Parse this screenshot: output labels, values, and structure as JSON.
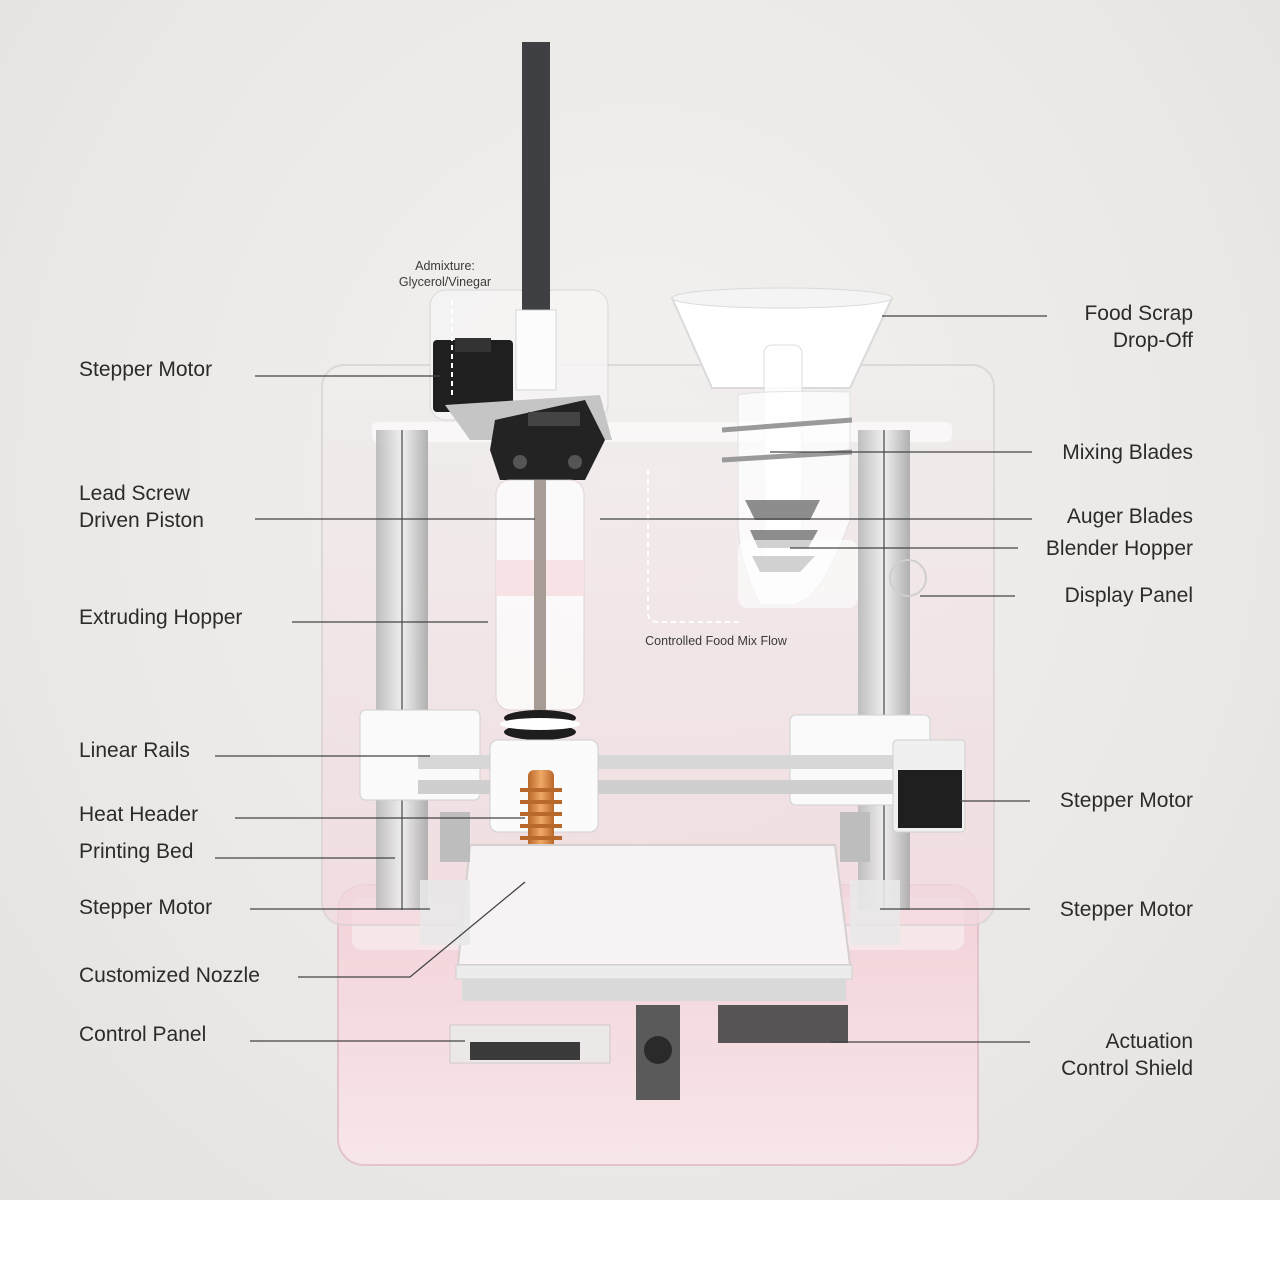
{
  "diagram": {
    "labels_left": {
      "stepper_motor_top": "Stepper Motor",
      "lead_screw_1": "Lead Screw",
      "lead_screw_2": "Driven Piston",
      "extruding_hopper": "Extruding Hopper",
      "linear_rails": "Linear Rails",
      "heat_header": "Heat Header",
      "printing_bed": "Printing Bed",
      "stepper_motor_bottom": "Stepper Motor",
      "customized_nozzle": "Customized Nozzle",
      "control_panel": "Control Panel"
    },
    "labels_right": {
      "food_scrap_1": "Food Scrap",
      "food_scrap_2": "Drop-Off",
      "mixing_blades": "Mixing Blades",
      "auger_blades": "Auger Blades",
      "blender_hopper": "Blender Hopper",
      "display_panel": "Display Panel",
      "stepper_motor_mid": "Stepper Motor",
      "stepper_motor_low": "Stepper Motor",
      "actuation_1": "Actuation",
      "actuation_2": "Control Shield"
    },
    "annotations": {
      "admixture_1": "Admixture:",
      "admixture_2": "Glycerol/Vinegar",
      "flow": "Controlled Food Mix Flow"
    },
    "colors": {
      "label_text": "#2b2b2b",
      "leader_line": "#444444",
      "case_tint": "#f4dde2",
      "nozzle_copper": "#d98a45"
    }
  }
}
